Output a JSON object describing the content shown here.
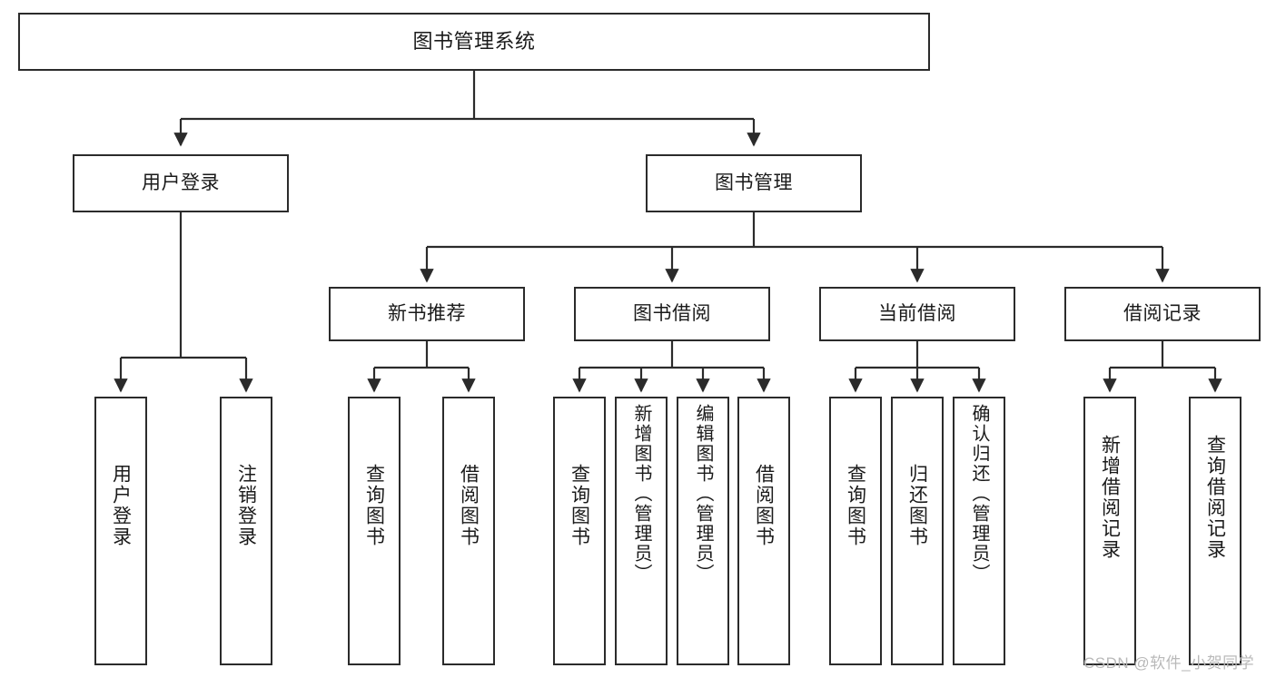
{
  "diagram": {
    "title": "图书管理系统",
    "watermark": "CSDN @软件_小贺同学",
    "line_color": "#2b2b2b",
    "box_fill": "#ffffff",
    "text_color": "#1a1a1a",
    "levels": {
      "root": "图书管理系统",
      "level2": [
        "用户登录",
        "图书管理"
      ],
      "level3": [
        "新书推荐",
        "图书借阅",
        "当前借阅",
        "借阅记录"
      ]
    },
    "nodes": {
      "root": {
        "label": "图书管理系统"
      },
      "user_login": {
        "label": "用户登录"
      },
      "book_manage": {
        "label": "图书管理"
      },
      "new_book_rec": {
        "label": "新书推荐"
      },
      "book_borrow": {
        "label": "图书借阅"
      },
      "current_borrow": {
        "label": "当前借阅"
      },
      "borrow_record": {
        "label": "借阅记录"
      },
      "leaf_user_login": {
        "label": "用户登录"
      },
      "leaf_logout": {
        "label": "注销登录"
      },
      "leaf_query_book_1": {
        "label": "查询图书"
      },
      "leaf_borrow_book_1": {
        "label": "借阅图书"
      },
      "leaf_query_book_2": {
        "label": "查询图书"
      },
      "leaf_add_book": {
        "label": "新增图书（管理员）"
      },
      "leaf_edit_book": {
        "label": "编辑图书（管理员）"
      },
      "leaf_borrow_book_2": {
        "label": "借阅图书"
      },
      "leaf_query_book_3": {
        "label": "查询图书"
      },
      "leaf_return_book": {
        "label": "归还图书"
      },
      "leaf_confirm_return": {
        "label": "确认归还（管理员）"
      },
      "leaf_add_record": {
        "label": "新增借阅记录"
      },
      "leaf_query_record": {
        "label": "查询借阅记录"
      }
    }
  }
}
